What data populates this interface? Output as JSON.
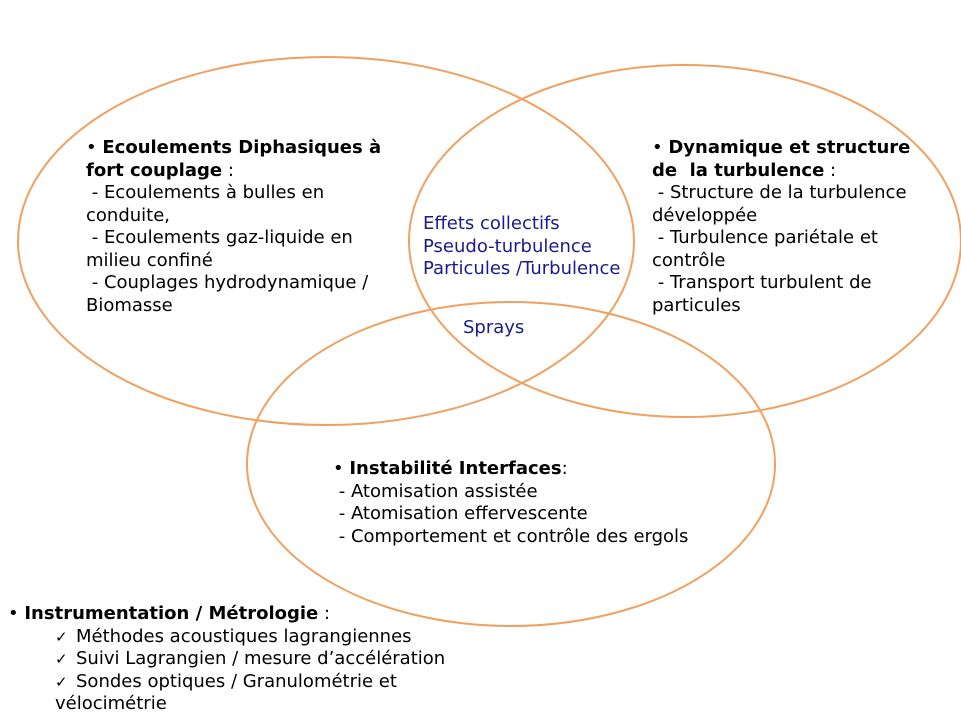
{
  "diagram": {
    "outline_color": "#f0a060",
    "accent_text_color": "#1a1a8c"
  },
  "left": {
    "bullet": "•",
    "title_line1": "Ecoulements Diphasiques à",
    "title_line2": "fort couplage",
    "title_suffix": " :",
    "items": [
      " - Ecoulements à bulles en",
      "conduite,",
      " - Ecoulements gaz-liquide en",
      "milieu confiné",
      " - Couplages hydrodynamique /",
      "Biomasse"
    ]
  },
  "right": {
    "bullet": "•",
    "title_line1": "Dynamique et structure",
    "title_line2": "de  la turbulence",
    "title_suffix": " :",
    "items": [
      " - Structure de la turbulence",
      "développée",
      " - Turbulence pariétale et",
      "contrôle",
      " - Transport turbulent de",
      "particules"
    ]
  },
  "center": {
    "lines": [
      "Effets collectifs",
      "Pseudo-turbulence",
      "Particules /Turbulence"
    ],
    "sprays": "Sprays"
  },
  "bottom": {
    "bullet": "•",
    "title": "Instabilité Interfaces",
    "title_suffix": ":",
    "items": [
      " - Atomisation assistée",
      " - Atomisation effervescente",
      " - Comportement et contrôle des ergols"
    ]
  },
  "instrumentation": {
    "bullet": "•",
    "title": "Instrumentation / Métrologie",
    "title_suffix": " :",
    "check_icon": "check-icon",
    "items": [
      "Méthodes acoustiques lagrangiennes",
      "Suivi Lagrangien / mesure d’accélération",
      "Sondes optiques / Granulométrie et"
    ],
    "continuation": "vélocimétrie"
  }
}
